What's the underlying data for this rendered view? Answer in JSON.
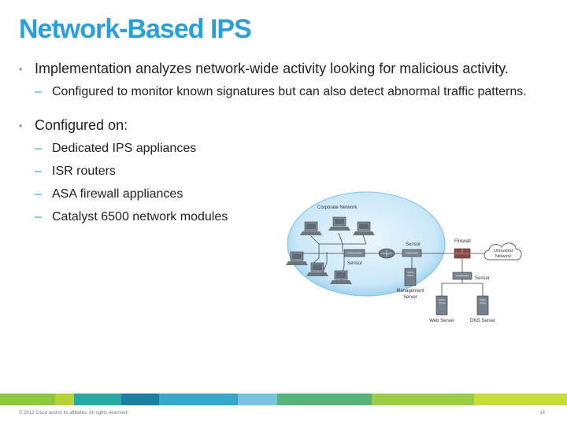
{
  "slide": {
    "title": "Network-Based IPS",
    "bullets": [
      {
        "text": "Implementation analyzes network-wide activity looking for malicious activity.",
        "subitems": [
          "Configured to monitor known signatures but can also detect abnormal traffic patterns."
        ]
      },
      {
        "text": "Configured on:",
        "subitems": [
          "Dedicated IPS appliances",
          "ISR routers",
          "ASA firewall appliances",
          "Catalyst 6500 network modules"
        ]
      }
    ]
  },
  "diagram": {
    "corporate_network": "Corporate Network",
    "sensor_top": "Sensor",
    "sensor_left": "Sensor",
    "sensor_right": "Sensor",
    "firewall": "Firewall",
    "untrusted_network_line1": "Untrusted",
    "untrusted_network_line2": "Network",
    "management_server_line1": "Management",
    "management_server_line2": "Server",
    "web_server": "Web Server",
    "dns_server": "DNS Server"
  },
  "footer": {
    "copyright": "© 2012 Cisco and/or its affiliates. All rights reserved.",
    "page_number": "14"
  },
  "colors": {
    "title": "#2a9fd8",
    "footer_bar": [
      "#8dc63f",
      "#b5d334",
      "#2aa8a3",
      "#1b7ea2",
      "#3aa6cc",
      "#79c3df",
      "#58b37a",
      "#9ccd49",
      "#c6dd3a"
    ]
  }
}
